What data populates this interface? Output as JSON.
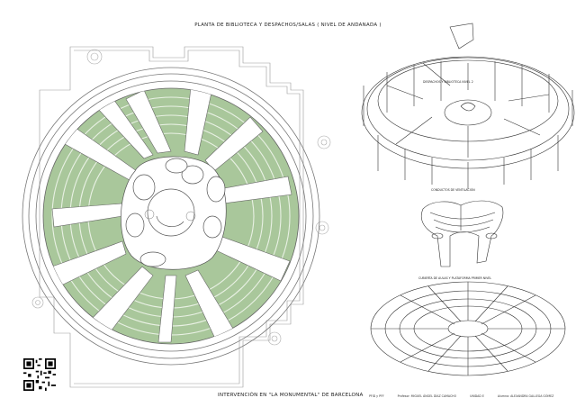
{
  "sheet": {
    "title": "PLANTA DE BIBLIOTECA Y DESPACHOS/SALAS ( NIVEL DE ANDANADA )",
    "footer_title": "INTERVENCIÓN EN \"LA MONUMENTAL\" DE BARCELONA",
    "footer_meta": [
      "PFID y PFF",
      "Profesor: MIGUEL ÁNGEL DÍAZ CAMACHO",
      "UNIDAD E",
      "Alumna: ALEXANDRA GALLEGA GÓMEZ"
    ]
  },
  "drawings": {
    "despachos_label": "DESPACHOS Y BIBLIOTECA NIVEL 2",
    "conductos_label": "CONDUCTOS DE VENTILACIÓN",
    "cubierta_label": "CUBIERTA DE AULAS Y PLATAFORMA PRIMER NIVEL"
  },
  "colors": {
    "lawn_green": "#a9c79b",
    "line": "#555555",
    "background": "#ffffff"
  },
  "icons": [
    "qr-code-icon",
    "tree-icon",
    "north-arrow-icon"
  ]
}
